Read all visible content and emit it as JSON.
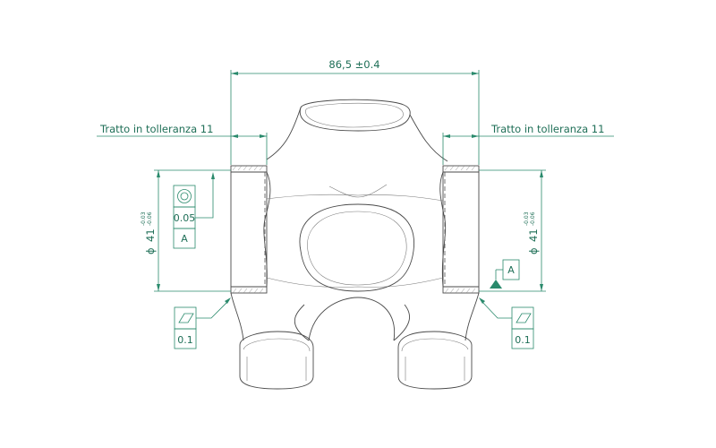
{
  "drawing": {
    "overall_dimension": "86,5 ±0.4",
    "diameter_left": {
      "symbol": "ϕ",
      "value": "41",
      "tol_upper": "-0.03",
      "tol_lower": "-0.06"
    },
    "diameter_right": {
      "symbol": "ϕ",
      "value": "41",
      "tol_upper": "-0.03",
      "tol_lower": "-0.06"
    },
    "note_left": "Tratto in tolleranza  11",
    "note_right": "Tratto in tolleranza  11",
    "concentricity_frame": {
      "symbol": "concentricity-icon",
      "tolerance": "0.05",
      "datum": "A"
    },
    "datum_marker": "A",
    "flatness_left": {
      "symbol": "flatness-icon",
      "tolerance": "0.1"
    },
    "flatness_right": {
      "symbol": "flatness-icon",
      "tolerance": "0.1"
    },
    "colors": {
      "annotation": "#2a8a6c",
      "part_outline": "#4a4a4a"
    }
  }
}
